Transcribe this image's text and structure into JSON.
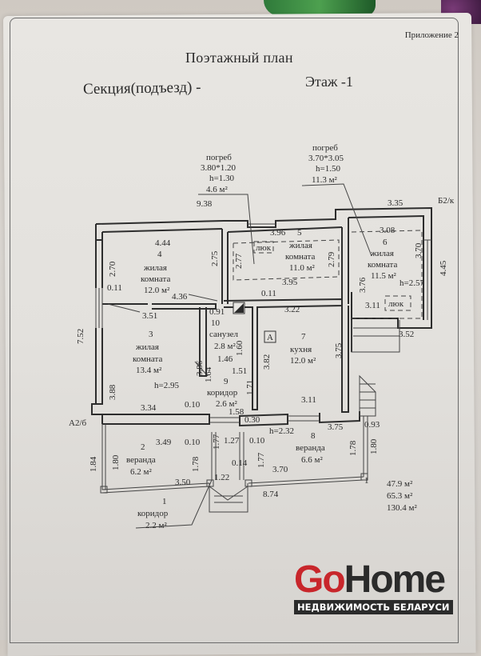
{
  "document": {
    "appendix": "Приложение 2",
    "title": "Поэтажный план",
    "section_label": "Секция(подъезд) -",
    "floor_label": "Этаж -1",
    "corner_labels": {
      "top_right": "Б2/к",
      "left": "А2/б"
    }
  },
  "cellars": [
    {
      "label": "погреб",
      "size": "3.80*1.20",
      "height": "h=1.30",
      "area": "4.6 м²"
    },
    {
      "label": "погреб",
      "size": "3.70*3.05",
      "height": "h=1.50",
      "area": "11.3 м²"
    }
  ],
  "rooms": [
    {
      "number": "1",
      "name": "коридор",
      "area": "2.2 м²"
    },
    {
      "number": "2",
      "name": "веранда",
      "area": "6.2 м²"
    },
    {
      "number": "3",
      "name": "жилая комната",
      "name1": "жилая",
      "name2": "комната",
      "area": "13.4 м²",
      "height": "h=2.95"
    },
    {
      "number": "4",
      "name": "жилая комната",
      "name1": "жилая",
      "name2": "комната",
      "area": "12.0 м²"
    },
    {
      "number": "5",
      "name": "жилая комната",
      "name1": "жилая",
      "name2": "комната",
      "area": "11.0 м²"
    },
    {
      "number": "6",
      "name": "жилая комната",
      "name1": "жилая",
      "name2": "комната",
      "area": "11.5 м²",
      "height": "h=2.57"
    },
    {
      "number": "7",
      "name": "кухня",
      "area": "12.0 м²"
    },
    {
      "number": "8",
      "name": "веранда",
      "area": "6.6 м²",
      "height": "h=2.32"
    },
    {
      "number": "9",
      "name": "коридор",
      "area": "2.6 м²"
    },
    {
      "number": "10",
      "name": "санузел",
      "area": "2.8 м²"
    }
  ],
  "hatch_label": "люк",
  "dimensions": {
    "d938": "9.38",
    "d335": "3.35",
    "d444": "4.44",
    "d270": "2.70",
    "d275": "2.75",
    "d011a": "0.11",
    "d436": "4.36",
    "d351": "3.51",
    "d091": "0.91",
    "d396": "3.96",
    "d277": "2.77",
    "d279": "2.79",
    "d395": "3.95",
    "d011b": "0.11",
    "d322": "3.22",
    "d308": "3.08",
    "d370a": "3.70",
    "d445": "4.45",
    "d376": "3.76",
    "d311a": "3.11",
    "d352": "3.52",
    "d752": "7.52",
    "d388": "3.88",
    "d386": "3.86",
    "d164": "1.64",
    "d146": "1.46",
    "d160": "1.60",
    "d382": "3.82",
    "d375a": "3.75",
    "d151": "1.51",
    "d171": "1.71",
    "d334": "3.34",
    "d010a": "0.10",
    "d158": "1.58",
    "d311b": "3.11",
    "d030": "0.30",
    "d375b": "3.75",
    "d093": "0.93",
    "d349": "3.49",
    "d010b": "0.10",
    "d127": "1.27",
    "d010c": "0.10",
    "d184": "1.84",
    "d180a": "1.80",
    "d178a": "1.78",
    "d177a": "1.77",
    "d177b": "1.77",
    "d014": "0.14",
    "d122": "1.22",
    "d350": "3.50",
    "d370b": "3.70",
    "d874": "8.74",
    "d178b": "1.78",
    "d180b": "1.80",
    "one_a": "1",
    "one_b": "1"
  },
  "totals": [
    "47.9 м²",
    "65.3 м²",
    "130.4 м²"
  ],
  "watermark": {
    "brand_part1": "Go",
    "brand_part2": "Home",
    "tagline": "НЕДВИЖИМОСТЬ БЕЛАРУСИ",
    "brand_color": "#c8262b"
  }
}
